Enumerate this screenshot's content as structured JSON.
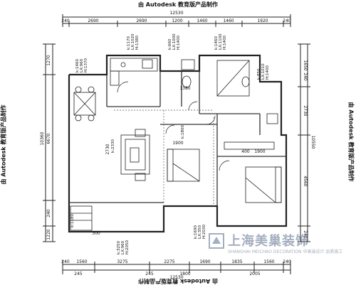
{
  "watermark": {
    "top": "由 Autodesk 教育版产品制作",
    "bottom": "由 Autodesk 教育版产品制作",
    "left": "由 Autodesk 教育版产品制作",
    "right": "由 Autodesk 教育版产品制作"
  },
  "dimensions": {
    "top_total": "12530",
    "top_segments": [
      "240",
      "2690",
      "2690",
      "1200",
      "1460",
      "1460",
      "1920",
      "240"
    ],
    "bottom_total": "12530",
    "bottom_segments": [
      "240",
      "1560",
      "3275",
      "2275",
      "1690",
      "1835",
      "1560",
      "240"
    ],
    "bottom_sub": [
      "245",
      "245",
      "1800",
      "2005"
    ],
    "left": [
      "1270",
      "6670",
      "10360",
      "240",
      "1220"
    ],
    "right_total": "10550",
    "right": [
      "1650",
      "2730",
      "4560",
      "240",
      "240"
    ],
    "left_small": "2730"
  },
  "annotations": {
    "tag1": [
      "k:1460",
      "LX:960",
      "H:1370"
    ],
    "tag2": [
      "k:1170",
      "LX:1020",
      "H:1380"
    ],
    "tag3": [
      "k:660",
      "LX:1000",
      "H:1400"
    ],
    "tag4": [
      "k:1460",
      "LX:1100",
      "H:1400"
    ],
    "tag5": [
      "k:850",
      "LX:1010",
      "H:1400"
    ],
    "tag6": [
      "k:3250",
      "LX:960",
      "H:2050"
    ],
    "tag7": [
      "k:1690",
      "LX:350",
      "H:2030"
    ],
    "tag8": [
      "k:1180"
    ],
    "tag9": [
      "k:1800"
    ],
    "tag10": [
      "k:2330"
    ]
  },
  "room_labels": {
    "a": "1900",
    "b": "400",
    "c": "1900",
    "d": "300",
    "e": "1380"
  },
  "logo": {
    "cn": "上海美巢装饰",
    "en": "SHANGHAI MEICHAO DECORATION 中高端设计 品质施工"
  },
  "colors": {
    "line": "#222222",
    "logo": "#5a6c8c"
  }
}
